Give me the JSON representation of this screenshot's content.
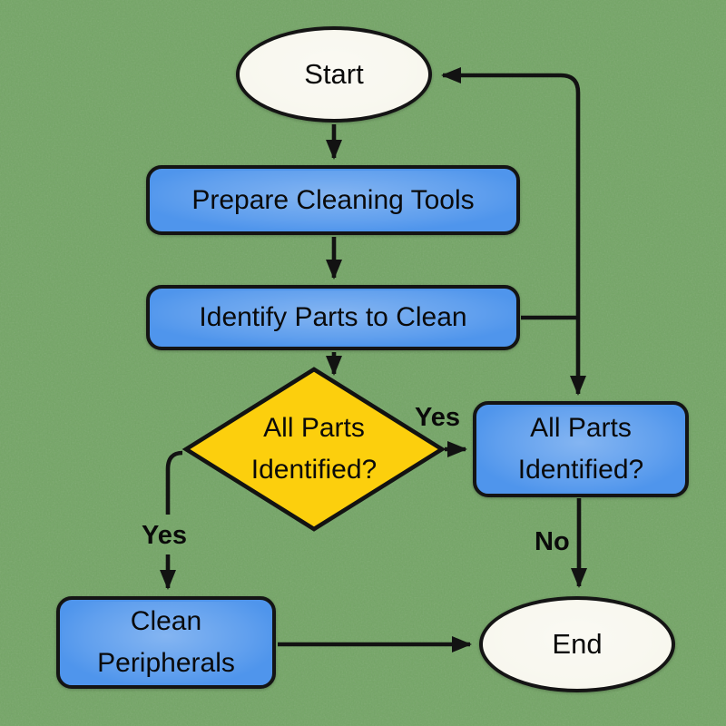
{
  "canvas": {
    "background_color": "#73a565",
    "stroke_color": "#121212",
    "process_fill": "#4f95ec",
    "decision_fill": "#fccf0d",
    "terminator_fill": "#f8f7ee"
  },
  "nodes": {
    "start": {
      "type": "terminator",
      "label": "Start"
    },
    "prepare": {
      "type": "process",
      "label": "Prepare Cleaning Tools"
    },
    "identify": {
      "type": "process",
      "label": "Identify Parts to Clean"
    },
    "decision": {
      "type": "decision",
      "line1": "All Parts",
      "line2": "Identified?"
    },
    "confirm": {
      "type": "process",
      "line1": "All Parts",
      "line2": "Identified?"
    },
    "clean": {
      "type": "process",
      "line1": "Clean",
      "line2": "Peripherals"
    },
    "end": {
      "type": "terminator",
      "label": "End"
    }
  },
  "labels": {
    "yes_right": "Yes",
    "yes_left": "Yes",
    "no": "No"
  }
}
